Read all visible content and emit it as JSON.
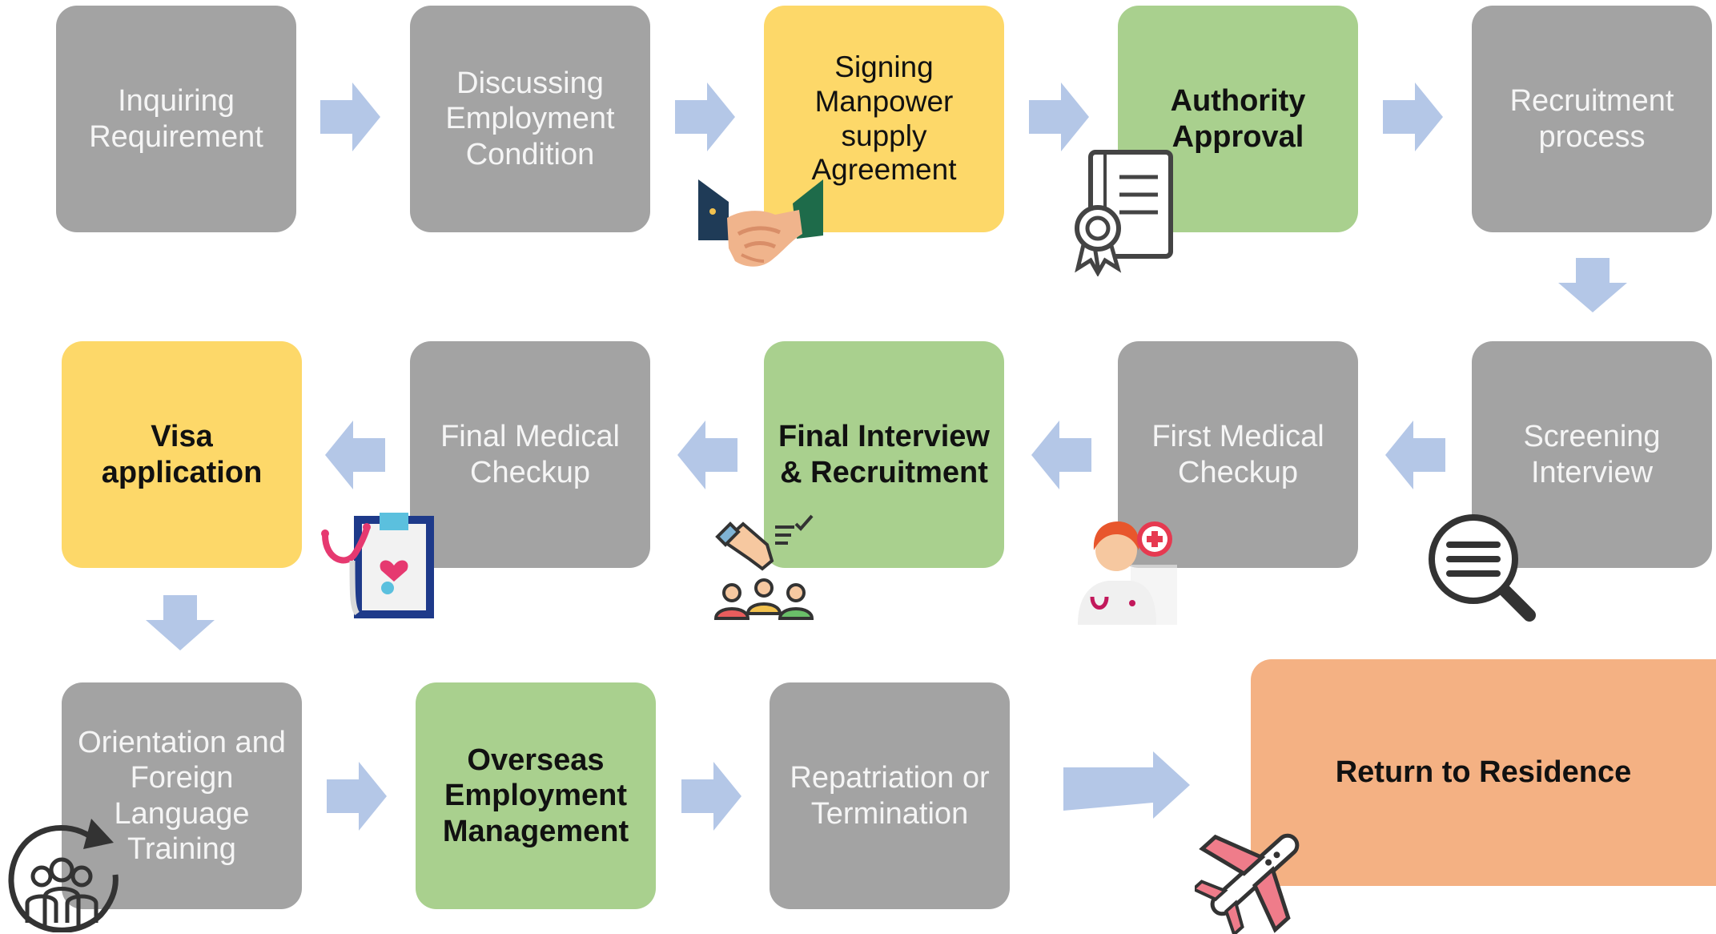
{
  "diagram": {
    "steps": [
      {
        "id": "inquiring",
        "label": "Inquiring\nRequirement"
      },
      {
        "id": "discussing",
        "label": "Discussing\nEmployment\nCondition"
      },
      {
        "id": "signing",
        "label": "Signing\nManpower\nsupply\nAgreement"
      },
      {
        "id": "authority",
        "label": "Authority\nApproval"
      },
      {
        "id": "recruitment",
        "label": "Recruitment\nprocess"
      },
      {
        "id": "screening",
        "label": "Screening\nInterview"
      },
      {
        "id": "first-medical",
        "label": "First Medical\nCheckup"
      },
      {
        "id": "final-interview",
        "label": "Final Interview\n& Recruitment"
      },
      {
        "id": "final-medical",
        "label": "Final Medical\nCheckup"
      },
      {
        "id": "visa",
        "label": "Visa\napplication"
      },
      {
        "id": "orientation",
        "label": "Orientation and\nForeign\nLanguage\nTraining"
      },
      {
        "id": "overseas",
        "label": "Overseas\nEmployment\nManagement"
      },
      {
        "id": "repatriation",
        "label": "Repatriation or\nTermination"
      },
      {
        "id": "return",
        "label": "Return to Residence"
      }
    ],
    "colors": {
      "gray": "#a3a3a3",
      "yellow": "#fdd869",
      "green": "#a9d08e",
      "orange": "#f4b183",
      "arrow": "#b4c7e7"
    },
    "icons": [
      "handshake-icon",
      "certificate-icon",
      "search-document-icon",
      "doctor-icon",
      "candidate-selection-icon",
      "medical-clipboard-icon",
      "team-cycle-icon",
      "airplane-icon"
    ]
  }
}
